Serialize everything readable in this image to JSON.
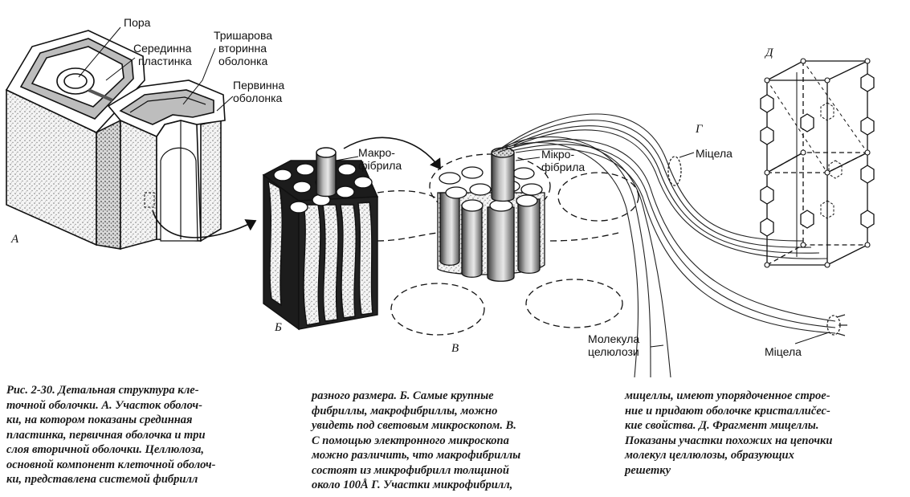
{
  "labels": {
    "pore": "Пора",
    "middle_lamella": [
      "Серединна",
      "пластинка"
    ],
    "secondary_wall": [
      "Тришарова",
      "вторинна",
      "оболонка"
    ],
    "primary_wall": [
      "Первинна",
      "оболонка"
    ],
    "macrofibril": [
      "Макро-",
      "фібрила"
    ],
    "microfibril": [
      "Мікро-",
      "фібрила"
    ],
    "micelle_top": "Міцела",
    "micelle_bottom": "Міцела",
    "cellulose_molecule": [
      "Молекула",
      "целюлози"
    ]
  },
  "panel_letters": {
    "a": "А",
    "b": "Б",
    "v": "В",
    "g": "Г",
    "d": "Д"
  },
  "caption": {
    "col1": [
      "Рис. 2-30. Детальная структура кле-",
      "точной оболочки. А. Участок оболоч-",
      "ки, на котором показаны срединная",
      "пластинка, первичная оболочка и три",
      "слоя вторичной оболочки. Целлюлоза,",
      "основной компонент клеточной оболоч-",
      "ки, представлена системой фибрилл"
    ],
    "col2": [
      "разного размера. Б. Самые крупные",
      "фибриллы, макрофибриллы, можно",
      "увидеть под световым микроскопом. В.",
      "С помощью электронного микроскопа",
      "можно различить, что макрофибриллы",
      "состоят из микрофибрилл толщиной",
      "около 100Å Г. Участки микрофибрилл,"
    ],
    "col3": [
      "мицеллы, имеют упорядоченное строе-",
      "ние и придают оболочке кристаллиčес-",
      "кие свойства. Д. Фрагмент мицеллы.",
      "Показаны участки похожих на цепочки",
      "молекул целлюлозы, образующих",
      "решетку"
    ]
  }
}
